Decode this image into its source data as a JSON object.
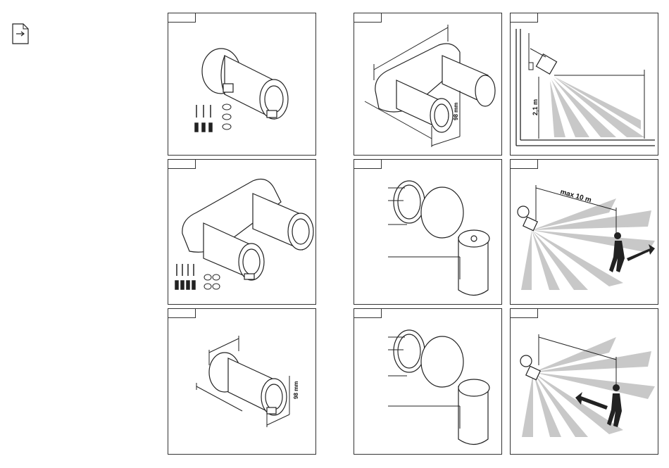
{
  "page": {
    "icon": "arrow-document-icon",
    "colors": {
      "line": "#222222",
      "cone": "#c8c8c8",
      "frame": "#333333"
    }
  },
  "panels": [
    {
      "id": "A",
      "content": "single-unit-with-screws-and-plugs"
    },
    {
      "id": "B",
      "content": "double-unit-dimensions",
      "dim_label": "98 mm"
    },
    {
      "id": "C",
      "content": "mounting-height-side-view",
      "height_label": "2,1 m"
    },
    {
      "id": "D",
      "content": "double-unit-with-screws-and-plugs"
    },
    {
      "id": "E",
      "content": "terminal-connection-single"
    },
    {
      "id": "F",
      "content": "detection-range-walk-toward",
      "range_label": "max 10 m"
    },
    {
      "id": "G",
      "content": "single-unit-dimensions",
      "dim_label": "98 mm"
    },
    {
      "id": "H",
      "content": "terminal-connection-double"
    },
    {
      "id": "I",
      "content": "detection-range-walk-across"
    }
  ]
}
